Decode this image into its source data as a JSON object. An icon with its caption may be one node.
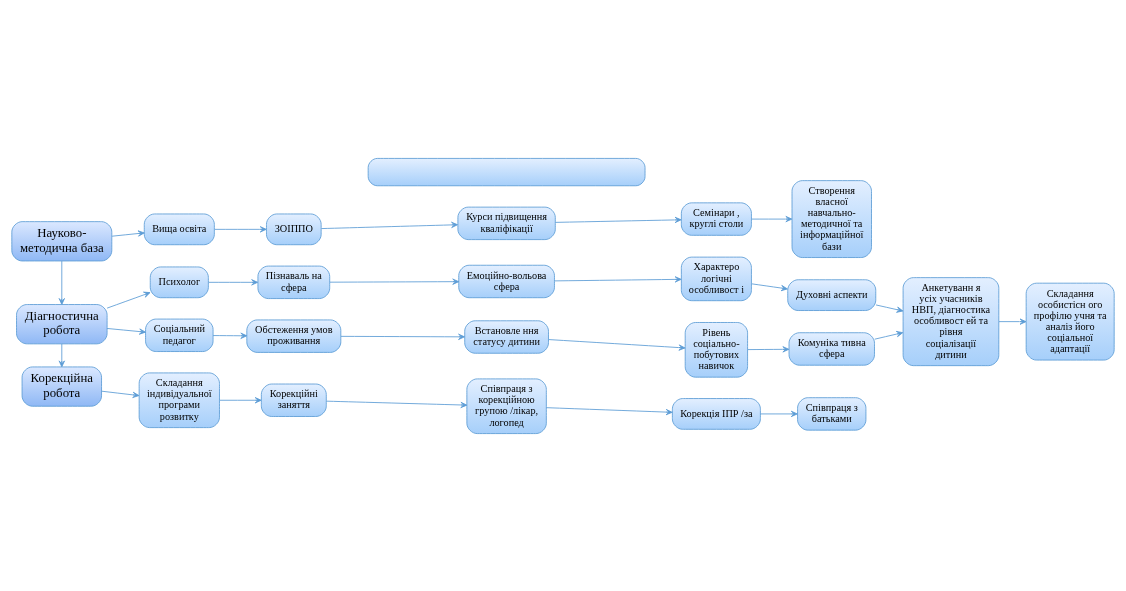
{
  "diagram": {
    "nodes": [
      {
        "text": [],
        "shape": "box"
      },
      {
        "text": [
          "Науково-методична база"
        ]
      },
      {
        "text": [
          "Вища освіта"
        ]
      },
      {
        "text": [
          "ЗОІППО"
        ]
      },
      {
        "text": [
          "Курси підвищення кваліфікації"
        ]
      },
      {
        "text": [
          "Семінари , круглі столи"
        ]
      },
      {
        "text": [
          "Створення власної навчально-методичної та інформаційної бази"
        ]
      },
      {
        "text": [
          "Діагностична робота"
        ]
      },
      {
        "text": [
          "Психолог"
        ]
      },
      {
        "text": [
          "Пізнаваль на сфера"
        ]
      },
      {
        "text": [
          "Емоційно-вольова сфера"
        ]
      },
      {
        "text": [
          "Характеро логічні особливост і"
        ]
      },
      {
        "text": [
          "Духовні аспекти"
        ]
      },
      {
        "text": [
          "Анкетуванн я усіх учасників НВП, діагностика особливост ей та рівня соціалізації дитини"
        ]
      },
      {
        "text": [
          "Складання особистісн ого профілю учня та аналіз його соціальної адаптації"
        ]
      },
      {
        "text": [
          "Соціальний педагог"
        ]
      },
      {
        "text": [
          "Обстеження умов проживання"
        ]
      },
      {
        "text": [
          "Встановле ння статусу дитини"
        ]
      },
      {
        "text": [
          "Рівень соціально-побутових навичок"
        ]
      },
      {
        "text": [
          "Комуніка тивна сфера"
        ]
      },
      {
        "text": [
          "Корекційна робота"
        ]
      },
      {
        "text": [
          "Складання індивідуальної програми розвитку"
        ]
      },
      {
        "text": [
          "Корекційні заняття"
        ]
      },
      {
        "text": [
          "Співпраця з корекційною групою /лікар, логопед"
        ]
      },
      {
        "text": [
          "Корекція ІПР /за"
        ]
      },
      {
        "text": [
          "Співпраця з батьками"
        ]
      }
    ],
    "edges": [
      {
        "from": 1,
        "to": 2,
        "arrow": "to"
      },
      {
        "from": 2,
        "to": 3,
        "arrow": "to"
      },
      {
        "from": 3,
        "to": 4,
        "arrow": "to"
      },
      {
        "from": 4,
        "to": 5,
        "arrow": "to"
      },
      {
        "from": 5,
        "to": 6,
        "arrow": "to"
      },
      {
        "from": 1,
        "to": 7,
        "arrow": "to"
      },
      {
        "from": 7,
        "to": 8,
        "arrow": "to"
      },
      {
        "from": 7,
        "to": 15,
        "arrow": "to"
      },
      {
        "from": 8,
        "to": 9,
        "arrow": "to"
      },
      {
        "from": 9,
        "to": 10,
        "arrow": "to"
      },
      {
        "from": 10,
        "to": 11,
        "arrow": "to"
      },
      {
        "from": 11,
        "to": 12,
        "arrow": "to"
      },
      {
        "from": 12,
        "to": 13,
        "arrow": "to"
      },
      {
        "from": 15,
        "to": 16,
        "arrow": "to"
      },
      {
        "from": 16,
        "to": 17,
        "arrow": "to"
      },
      {
        "from": 17,
        "to": 18,
        "arrow": "to"
      },
      {
        "from": 18,
        "to": 19,
        "arrow": "to"
      },
      {
        "from": 19,
        "to": 13,
        "arrow": "to"
      },
      {
        "from": 13,
        "to": 14,
        "arrow": "to"
      },
      {
        "from": 7,
        "to": 20,
        "arrow": "to"
      },
      {
        "from": 20,
        "to": 21,
        "arrow": "to"
      },
      {
        "from": 21,
        "to": 22,
        "arrow": "to"
      },
      {
        "from": 22,
        "to": 23,
        "arrow": "to"
      },
      {
        "from": 23,
        "to": 24,
        "arrow": "to"
      },
      {
        "from": 24,
        "to": 25,
        "arrow": "to"
      }
    ]
  }
}
